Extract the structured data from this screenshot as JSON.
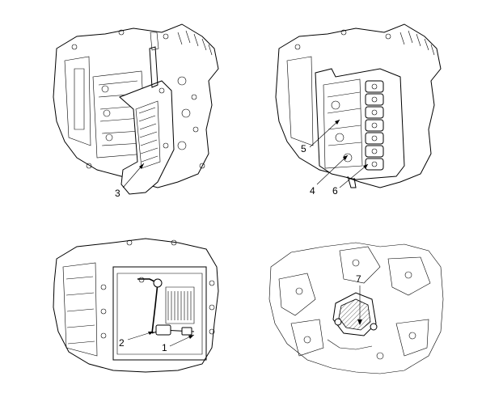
{
  "figure": {
    "panels": [
      {
        "name": "panel-top-left",
        "callouts": [
          "3"
        ]
      },
      {
        "name": "panel-top-right",
        "callouts": [
          "5",
          "4",
          "6"
        ]
      },
      {
        "name": "panel-bottom-left",
        "callouts": [
          "2",
          "1"
        ]
      },
      {
        "name": "panel-bottom-right",
        "callouts": [
          "7"
        ]
      }
    ]
  }
}
